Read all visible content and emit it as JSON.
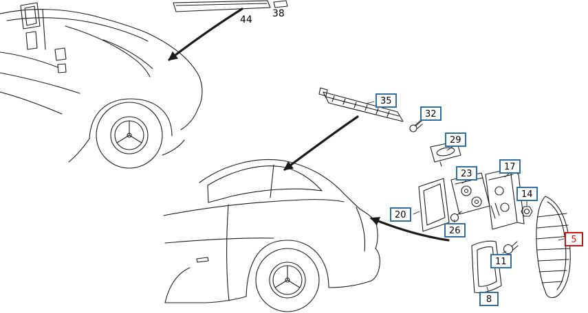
{
  "diagram": {
    "callouts": {
      "n44": {
        "text": "44",
        "style": "plain"
      },
      "n38": {
        "text": "38",
        "style": "plain"
      },
      "n35": {
        "text": "35",
        "style": "boxed"
      },
      "n32": {
        "text": "32",
        "style": "boxed"
      },
      "n29": {
        "text": "29",
        "style": "boxed"
      },
      "n23": {
        "text": "23",
        "style": "boxed"
      },
      "n17": {
        "text": "17",
        "style": "boxed"
      },
      "n14": {
        "text": "14",
        "style": "boxed"
      },
      "n20": {
        "text": "20",
        "style": "boxed"
      },
      "n26": {
        "text": "26",
        "style": "boxed"
      },
      "n11": {
        "text": "11",
        "style": "boxed"
      },
      "n5": {
        "text": "5",
        "style": "boxed-highlight"
      },
      "n8": {
        "text": "8",
        "style": "boxed"
      }
    },
    "colors": {
      "line": "#1a1a1a",
      "callout_border": "#2e6fa8",
      "highlight": "#cc1111",
      "background": "#ffffff"
    }
  }
}
